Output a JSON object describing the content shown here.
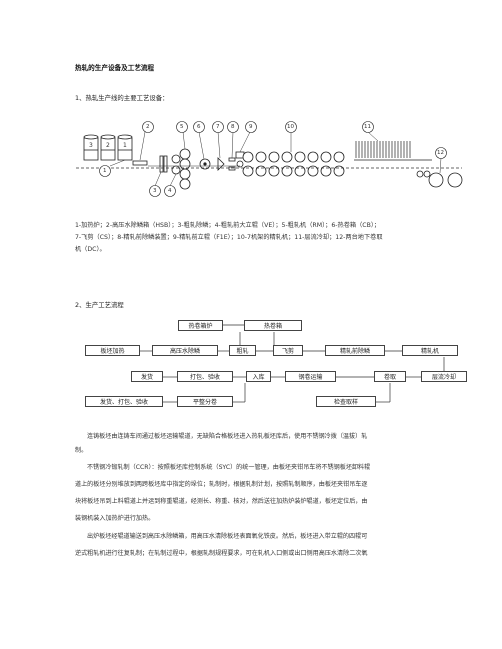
{
  "doc": {
    "title": "热轧的生产设备及工艺流程",
    "section1": "1、热轧生产线的主要工艺设备：",
    "equipment_numbers": [
      "1",
      "2",
      "3",
      "4",
      "5",
      "6",
      "7",
      "8",
      "9",
      "10",
      "11",
      "12"
    ],
    "furnace_labels": [
      "3",
      "2",
      "1"
    ],
    "legend_line1": "1-加热炉；2-高压水除鳞箱（HSB）；3-粗轧除鳞；4-粗轧前大立辊（VE）；5-粗轧机（RM）；6-热卷箱（CB）；",
    "legend_line2": "7-飞剪（CS）；8-精轧前除鳞装置；9-精轧前立辊（F1E）；10-7机架的精轧机；11-层流冷却；12-两台地下卷取",
    "legend_line3": "机（DC）。",
    "section2": "2、生产工艺流程",
    "flow": {
      "rehearth": "热卷箱炉",
      "coilbox": "热卷箱",
      "heating": "板坯加热",
      "hp_descale": "高压水除鳞",
      "rough": "粗轧",
      "shear": "飞剪",
      "finish_descale": "精轧前除鳞",
      "finish": "精轧机",
      "ship": "发货",
      "pack": "打包、验收",
      "store": "入库",
      "conveyor": "钢卷运输",
      "coiler": "卷取",
      "cooling": "层流冷却",
      "ship2": "发货、打包、验收",
      "slit": "平整分卷",
      "inspect": "检查取样"
    },
    "para1a": "连铸板坯由连铸车间通过板坯运输辊道，无缺陷合格板坯进入热轧板坯库后，使用不锈钢冷拨（温拔）轧",
    "para1b": "制。",
    "para2a": "不锈钢冷锻轧制（CCR）：按照板坯库控制系统（SYC）的统一管理，由板坯夹钳吊车将不锈钢板坯卸料辊",
    "para2b": "道上的板坯分别堆放到两跨板坯库中指定的垛位；轧制时，根据轧制计划，按照轧制顺序，由板坯夹钳吊车逐",
    "para2c": "块将板坯吊到上料辊道上并运到称重辊道，经测长、称重、核对，然后送往加热炉装炉辊道，板坯定位后，由",
    "para2d": "装钢机装入加热炉进行加热。",
    "para3a": "出炉板坯经辊道输送到高压水除鳞箱，用高压水清除板坯表面氧化铁皮。然后，板坯进入带立辊的四辊可",
    "para3b": "逆式粗轧机进行往复轧制；在轧制过程中，根据轧制规程要求，可在轧机入口侧或出口侧用高压水清除二次氧"
  }
}
